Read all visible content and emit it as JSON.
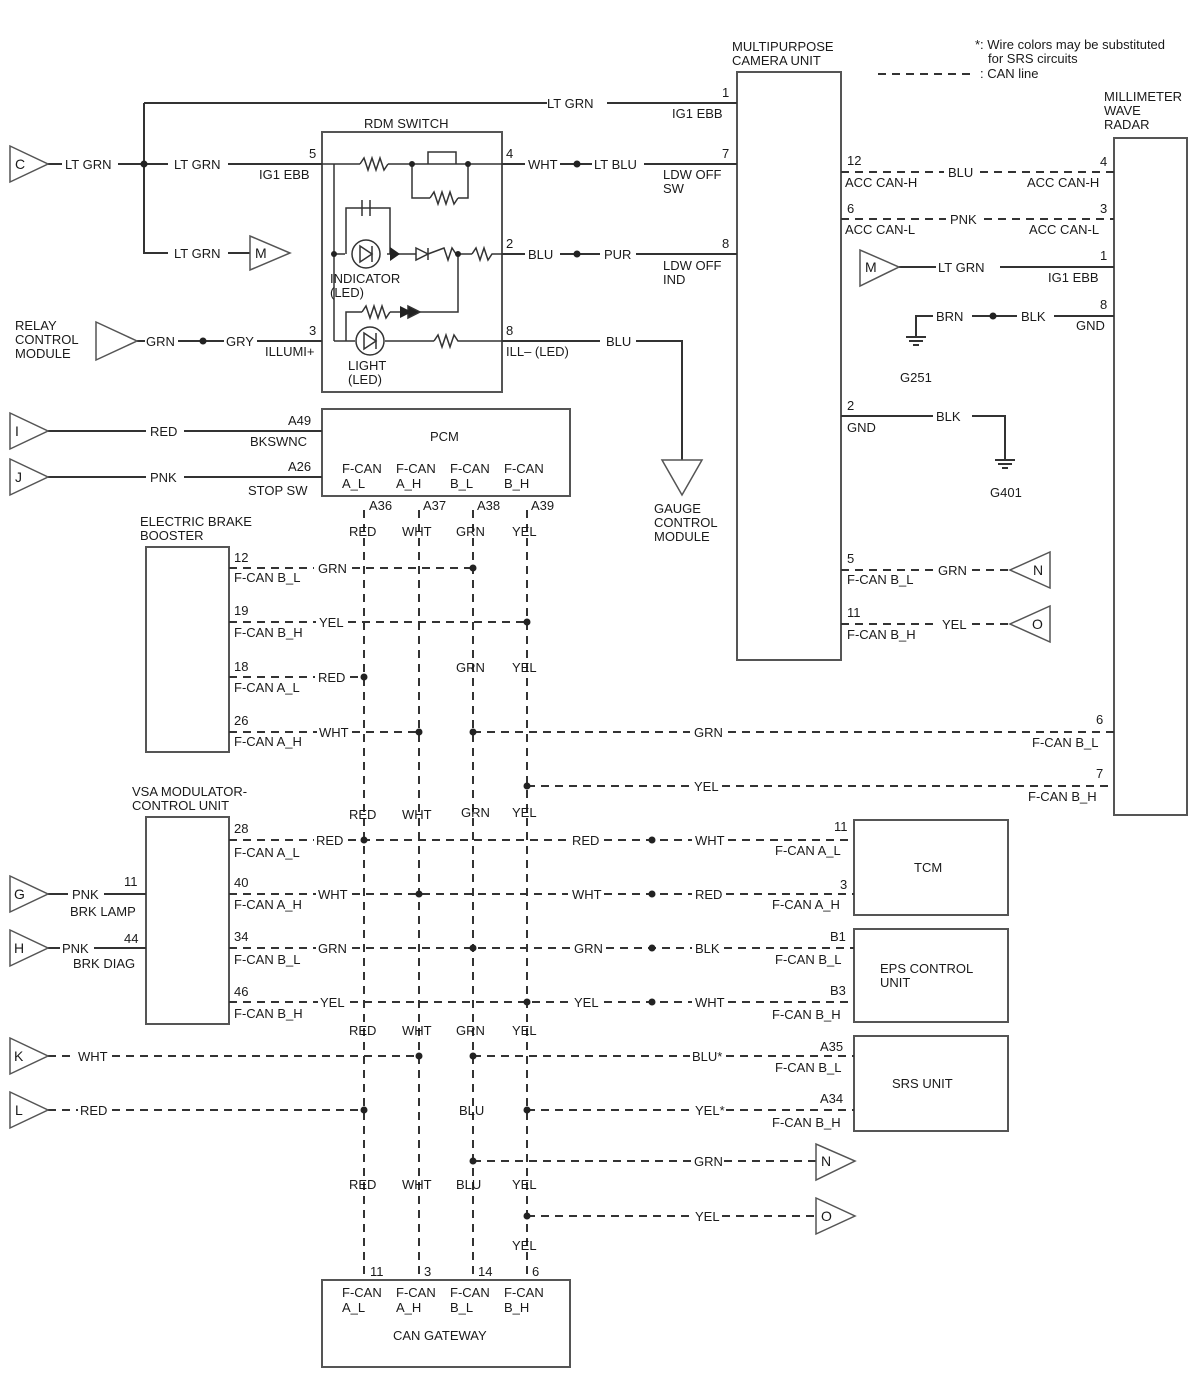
{
  "notes": {
    "srs": "*: Wire colors may be substituted",
    "srs2": "for SRS circuits",
    "can_line": ": CAN line"
  },
  "components": {
    "camera": [
      "MULTIPURPOSE",
      "CAMERA UNIT"
    ],
    "radar": [
      "MILLIMETER",
      "WAVE",
      "RADAR"
    ],
    "rdm": "RDM SWITCH",
    "pcm": "PCM",
    "ebb": [
      "ELECTRIC BRAKE",
      "BOOSTER"
    ],
    "vsa": [
      "VSA MODULATOR-",
      "CONTROL UNIT"
    ],
    "tcm": "TCM",
    "eps": [
      "EPS CONTROL",
      "UNIT"
    ],
    "srs": "SRS UNIT",
    "gateway": "CAN GATEWAY",
    "relay": [
      "RELAY",
      "CONTROL",
      "MODULE"
    ],
    "gauge": [
      "GAUGE",
      "CONTROL",
      "MODULE"
    ],
    "indicator": [
      "INDICATOR",
      "(LED)"
    ],
    "light": [
      "LIGHT",
      "(LED)"
    ]
  },
  "connectors": {
    "C": "C",
    "M": "M",
    "I": "I",
    "J": "J",
    "G": "G",
    "H": "H",
    "K": "K",
    "L": "L",
    "N": "N",
    "O": "O"
  },
  "grounds": {
    "g251": "G251",
    "g401": "G401"
  },
  "pcm_pins": {
    "labels": [
      [
        "F-CAN",
        "A_L"
      ],
      [
        "F-CAN",
        "A_H"
      ],
      [
        "F-CAN",
        "B_L"
      ],
      [
        "F-CAN",
        "B_H"
      ]
    ],
    "numbers": [
      "A36",
      "A37",
      "A38",
      "A39"
    ]
  },
  "gateway_pins": {
    "labels": [
      [
        "F-CAN",
        "A_L"
      ],
      [
        "F-CAN",
        "A_H"
      ],
      [
        "F-CAN",
        "B_L"
      ],
      [
        "F-CAN",
        "B_H"
      ]
    ],
    "numbers": [
      "11",
      "3",
      "14",
      "6"
    ]
  },
  "labels": [
    {
      "t": "LT GRN"
    },
    {
      "t": "1"
    },
    {
      "t": "IG1 EBB"
    },
    {
      "t": "LT GRN"
    },
    {
      "t": "LT GRN"
    },
    {
      "t": "5"
    },
    {
      "t": "IG1 EBB"
    },
    {
      "t": "4"
    },
    {
      "t": "WHT"
    },
    {
      "t": "LT BLU"
    },
    {
      "t": "7"
    },
    {
      "t": "LDW OFF"
    },
    {
      "t": "SW"
    },
    {
      "t": "LT GRN"
    },
    {
      "t": "2"
    },
    {
      "t": "BLU"
    },
    {
      "t": "PUR"
    },
    {
      "t": "8"
    },
    {
      "t": "LDW OFF"
    },
    {
      "t": "IND"
    },
    {
      "t": "GRN"
    },
    {
      "t": "GRY"
    },
    {
      "t": "3"
    },
    {
      "t": "ILLUMI+"
    },
    {
      "t": "8"
    },
    {
      "t": "ILL– (LED)"
    },
    {
      "t": "BLU"
    },
    {
      "t": "12"
    },
    {
      "t": "ACC CAN-H"
    },
    {
      "t": "BLU"
    },
    {
      "t": "4"
    },
    {
      "t": "ACC CAN-H"
    },
    {
      "t": "6"
    },
    {
      "t": "ACC CAN-L"
    },
    {
      "t": "PNK"
    },
    {
      "t": "3"
    },
    {
      "t": "ACC CAN-L"
    },
    {
      "t": "LT GRN"
    },
    {
      "t": "1"
    },
    {
      "t": "IG1 EBB"
    },
    {
      "t": "BRN"
    },
    {
      "t": "BLK"
    },
    {
      "t": "8"
    },
    {
      "t": "GND"
    },
    {
      "t": "2"
    },
    {
      "t": "GND"
    },
    {
      "t": "BLK"
    },
    {
      "t": "RED"
    },
    {
      "t": "A49"
    },
    {
      "t": "BKSWNC"
    },
    {
      "t": "PNK"
    },
    {
      "t": "A26"
    },
    {
      "t": "STOP SW"
    },
    {
      "t": "RED"
    },
    {
      "t": "WHT"
    },
    {
      "t": "GRN"
    },
    {
      "t": "YEL"
    },
    {
      "t": "12"
    },
    {
      "t": "F-CAN B_L"
    },
    {
      "t": "GRN"
    },
    {
      "t": "19"
    },
    {
      "t": "F-CAN B_H"
    },
    {
      "t": "YEL"
    },
    {
      "t": "GRN"
    },
    {
      "t": "YEL"
    },
    {
      "t": "18"
    },
    {
      "t": "F-CAN A_L"
    },
    {
      "t": "RED"
    },
    {
      "t": "26"
    },
    {
      "t": "F-CAN A_H"
    },
    {
      "t": "WHT"
    },
    {
      "t": "GRN"
    },
    {
      "t": "6"
    },
    {
      "t": "F-CAN B_L"
    },
    {
      "t": "YEL"
    },
    {
      "t": "7"
    },
    {
      "t": "F-CAN B_H"
    },
    {
      "t": "5"
    },
    {
      "t": "F-CAN B_L"
    },
    {
      "t": "GRN"
    },
    {
      "t": "11"
    },
    {
      "t": "F-CAN B_H"
    },
    {
      "t": "YEL"
    },
    {
      "t": "RED"
    },
    {
      "t": "WHT"
    },
    {
      "t": "GRN"
    },
    {
      "t": "YEL"
    },
    {
      "t": "28"
    },
    {
      "t": "F-CAN A_L"
    },
    {
      "t": "RED"
    },
    {
      "t": "RED"
    },
    {
      "t": "WHT"
    },
    {
      "t": "11"
    },
    {
      "t": "F-CAN A_L"
    },
    {
      "t": "40"
    },
    {
      "t": "F-CAN A_H"
    },
    {
      "t": "WHT"
    },
    {
      "t": "WHT"
    },
    {
      "t": "RED"
    },
    {
      "t": "3"
    },
    {
      "t": "F-CAN A_H"
    },
    {
      "t": "34"
    },
    {
      "t": "F-CAN B_L"
    },
    {
      "t": "GRN"
    },
    {
      "t": "GRN"
    },
    {
      "t": "BLK"
    },
    {
      "t": "B1"
    },
    {
      "t": "F-CAN B_L"
    },
    {
      "t": "46"
    },
    {
      "t": "F-CAN B_H"
    },
    {
      "t": "YEL"
    },
    {
      "t": "YEL"
    },
    {
      "t": "WHT"
    },
    {
      "t": "B3"
    },
    {
      "t": "F-CAN B_H"
    },
    {
      "t": "PNK"
    },
    {
      "t": "11"
    },
    {
      "t": "BRK LAMP"
    },
    {
      "t": "PNK"
    },
    {
      "t": "44"
    },
    {
      "t": "BRK DIAG"
    },
    {
      "t": "RED"
    },
    {
      "t": "WHT"
    },
    {
      "t": "GRN"
    },
    {
      "t": "YEL"
    },
    {
      "t": "WHT"
    },
    {
      "t": "BLU*"
    },
    {
      "t": "A35"
    },
    {
      "t": "F-CAN B_L"
    },
    {
      "t": "RED"
    },
    {
      "t": "BLU"
    },
    {
      "t": "YEL*"
    },
    {
      "t": "A34"
    },
    {
      "t": "F-CAN B_H"
    },
    {
      "t": "GRN"
    },
    {
      "t": "YEL"
    },
    {
      "t": "RED"
    },
    {
      "t": "WHT"
    },
    {
      "t": "BLU"
    },
    {
      "t": "YEL"
    },
    {
      "t": "YEL"
    }
  ]
}
